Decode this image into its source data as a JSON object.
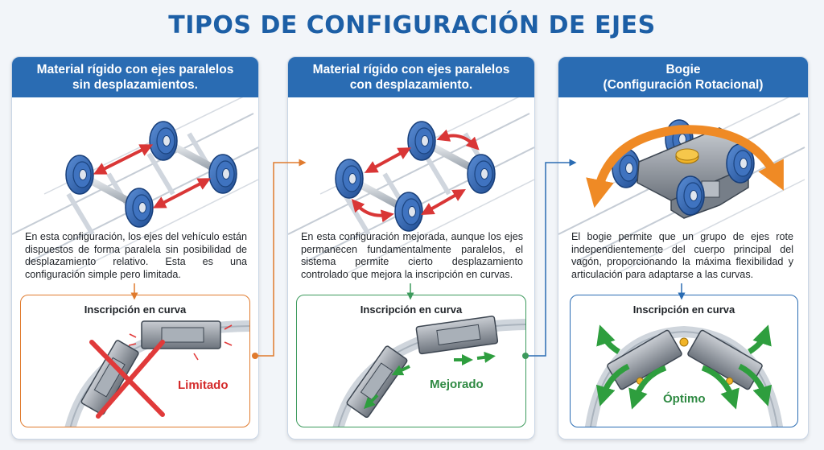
{
  "title": "TIPOS DE CONFIGURACIÓN DE EJES",
  "panels": [
    {
      "header_line1": "Material rígido con ejes paralelos",
      "header_line2": "sin desplazamientos.",
      "description": "En esta configuración, los ejes del vehículo están dispuestos de forma paralela sin posibilidad de desplazamiento relativo. Esta es una configuración simple pero limitada.",
      "inset_title": "Inscripción en curva",
      "result": "Limitado",
      "accent": "#e07b2e",
      "result_color": "#d42b2b"
    },
    {
      "header_line1": "Material rígido con ejes paralelos",
      "header_line2": "con desplazamiento.",
      "description": "En esta configuración mejorada, aunque los ejes permanecen fundamentalmente paralelos, el sistema permite cierto desplazamiento controlado que mejora la inscripción en curvas.",
      "inset_title": "Inscripción en curva",
      "result": "Mejorado",
      "accent": "#3c9a5c",
      "result_color": "#2f8a43"
    },
    {
      "header_line1": "Bogie",
      "header_line2": "(Configuración Rotacional)",
      "description": "El bogie permite que un grupo de ejes rote independientemente del cuerpo principal del vagón, proporcionando la máxima flexibilidad y articulación para adaptarse a las curvas.",
      "inset_title": "Inscripción en curva",
      "result": "Óptimo",
      "accent": "#2a6cb3",
      "result_color": "#2f8a43"
    }
  ],
  "colors": {
    "header_blue": "#2a6cb3",
    "title_blue": "#1d5fa6",
    "wheel_blue": "#2f5fa8",
    "arrow_red": "#d93636",
    "arrow_orange": "#ef8a25",
    "arrow_green": "#2e9e3e"
  },
  "icons": [
    "wheelset-icon",
    "bogie-icon",
    "double-arrow-icon",
    "rotation-arrow-icon",
    "cross-mark-icon"
  ]
}
